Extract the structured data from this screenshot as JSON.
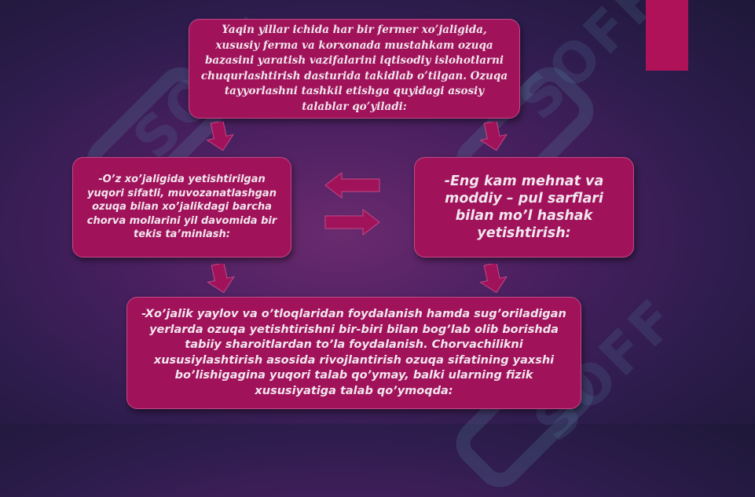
{
  "diagram": {
    "top_box": "Yaqin yillar ichida har bir fermer xo’jaligida, xususiy ferma va korxonada mustahkam ozuqa bazasini yaratish vazifalarini iqtisodiy islohotlarni chuqurlashtirish dasturida takidlab o’tilgan. Ozuqa tayyorlashni tashkil etishga quyidagi asosiy talablar qo’yiladi:",
    "left_box": "-O’z xo’jaligida yetishtirilgan yuqori sifatli, muvozanatlashgan ozuqa bilan xo’jalikdagi barcha chorva mollarini yil davomida bir tekis ta’minlash:",
    "right_box": "-Eng kam mehnat va moddiy – pul sarflari bilan mo’l hashak yetishtirish:",
    "bottom_box": "-Xo’jalik yaylov va o’tloqlaridan foydalanish hamda sug’oriladigan yerlarda ozuqa yetishtirishni bir-biri bilan bog’lab olib borishda tabiiy sharoitlardan to’la foydalanish. Chorvachilikni xususiylashtirish asosida rivojlantirish ozuqa sifatining yaxshi bo’lishigagina yuqori talab qo’ymay, balki ularning fizik xususiyatiga talab qo’ymoqda:"
  },
  "watermark": "SOFF",
  "colors": {
    "box_fill": "#a0135a",
    "accent_bar": "#b0125a",
    "box_text": "#f2e6ef"
  },
  "icons": [
    "arrow-down-icon",
    "arrow-left-icon",
    "arrow-right-icon"
  ]
}
